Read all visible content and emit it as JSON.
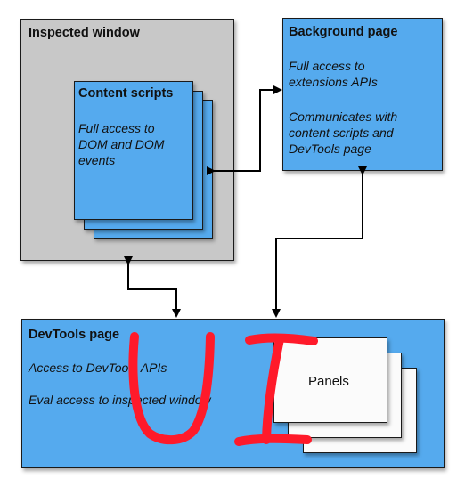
{
  "inspected_window": {
    "title": "Inspected window"
  },
  "content_scripts": {
    "title": "Content scripts",
    "desc_lines": [
      "Full access to",
      "DOM and DOM",
      "events"
    ]
  },
  "background_page": {
    "title": "Background page",
    "desc1_lines": [
      "Full access to",
      "extensions APIs"
    ],
    "desc2_lines": [
      "Communicates with",
      "content scripts and",
      "DevTools page"
    ]
  },
  "devtools_page": {
    "title": "DevTools page",
    "line1": "Access to DevTools APIs",
    "line2": "Eval access to inspected window"
  },
  "panels": {
    "label": "Panels"
  },
  "annotation": {
    "text": "UI",
    "color": "#ff1a2a"
  },
  "colors": {
    "blue_box": "#55aaee",
    "gray_box": "#c8c8c8",
    "panel": "#fbfbfb",
    "arrow": "#000000"
  }
}
